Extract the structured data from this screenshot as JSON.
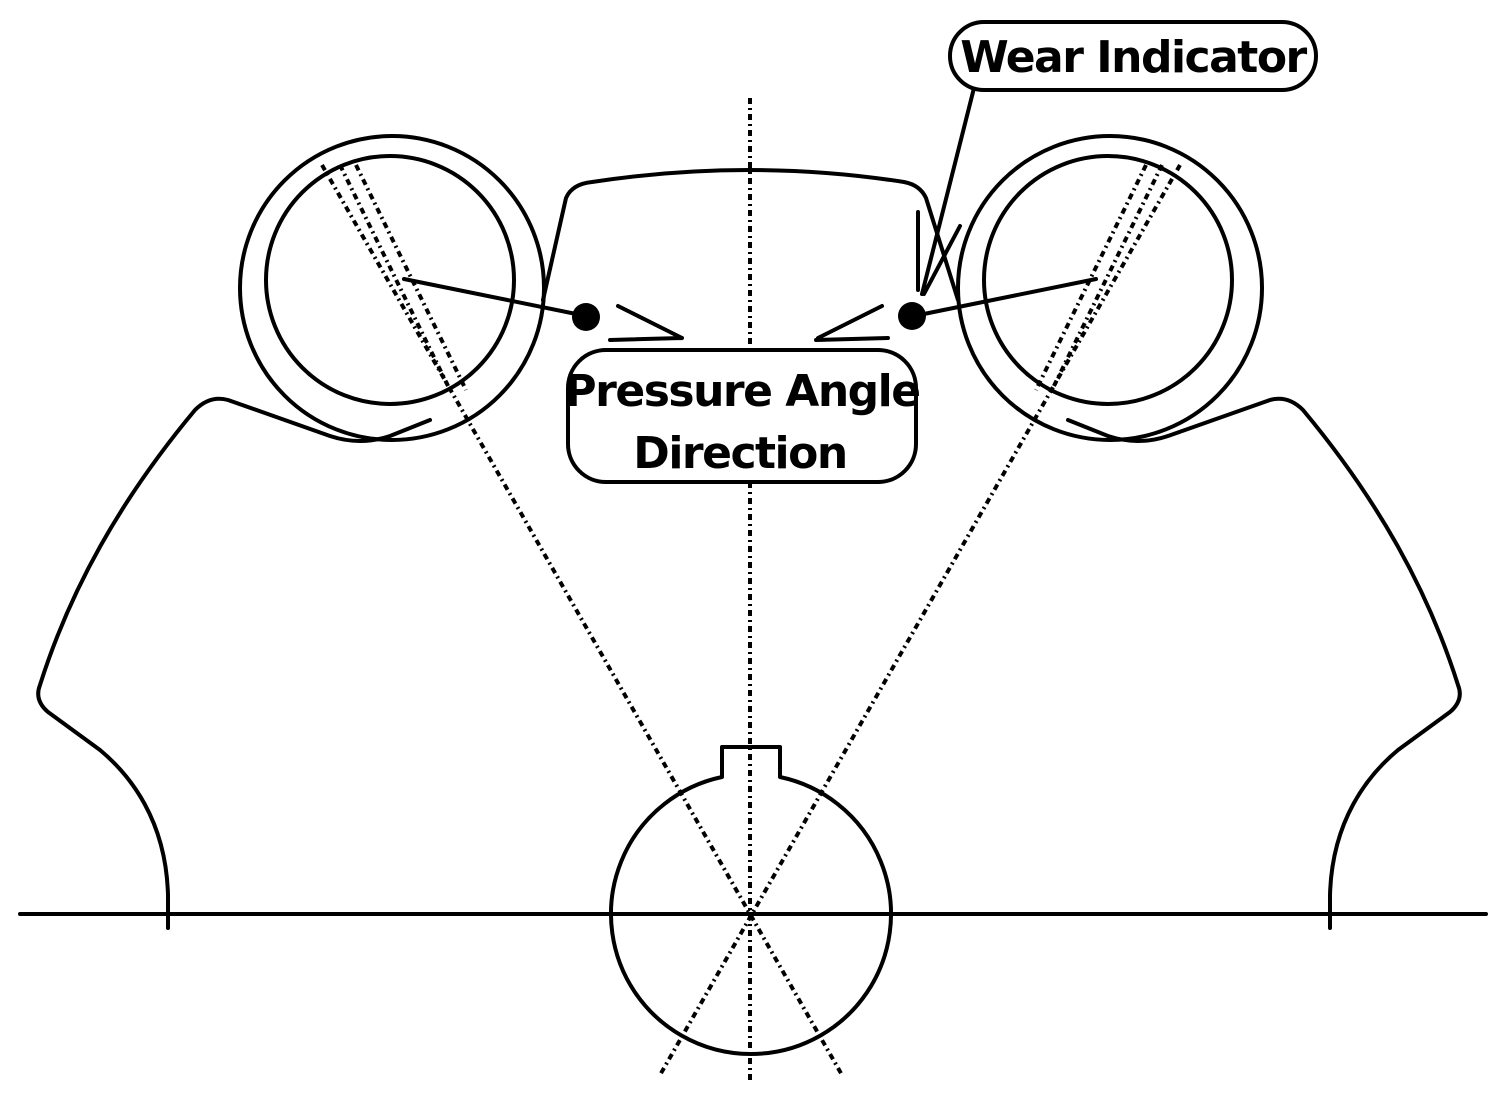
{
  "labels": {
    "wear_indicator": "Wear Indicator",
    "pressure_angle_line1": "Pressure Angle",
    "pressure_angle_line2": "Direction"
  },
  "colors": {
    "line": "#000000",
    "background": "#ffffff"
  }
}
